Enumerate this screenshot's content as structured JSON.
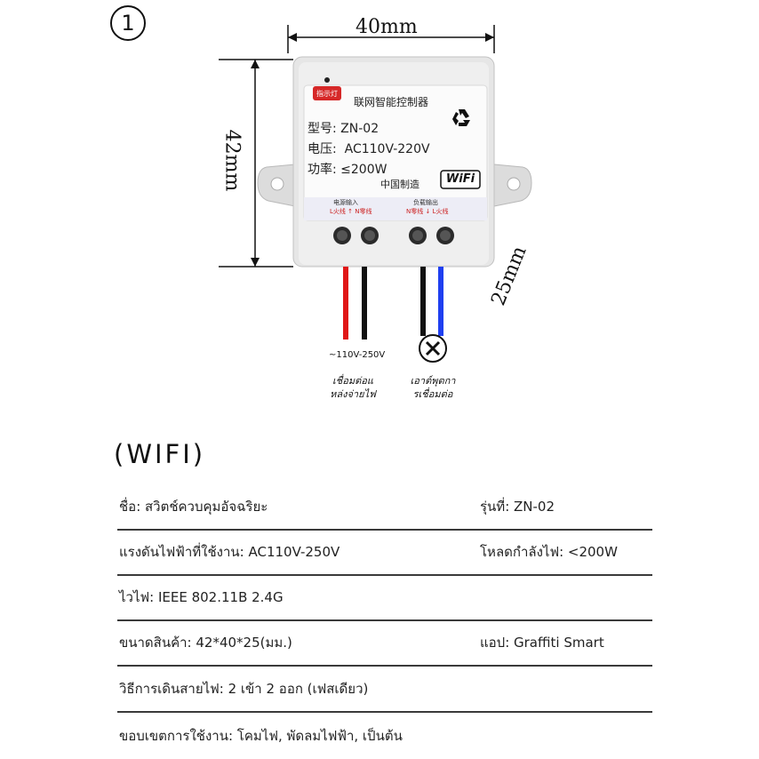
{
  "figure": {
    "number": "1",
    "dim_width": "40mm",
    "dim_height": "42mm",
    "dim_depth": "25mm"
  },
  "device": {
    "indicator_label": "指示灯",
    "title": "联网智能控制器",
    "model": "型号: ZN-02",
    "voltage": "电压:  AC110V-220V",
    "power": "功率: ≤200W",
    "origin": "中国制造",
    "wifi_badge": "WiFi",
    "input_label": "电源输入",
    "input_wires": "L火线 ↑ N零线",
    "output_label": "负载输出",
    "output_wires": "N零线 ↓ L火线"
  },
  "wiring": {
    "voltage_range": "~110V-250V",
    "input_caption": [
      "เชื่อมต่อแ",
      "หล่งจ่ายไฟ"
    ],
    "output_caption": [
      "เอาต์พุตกา",
      "รเชื่อมต่อ"
    ]
  },
  "specs": {
    "heading": "(WIFI)",
    "rows": [
      {
        "left": "ชื่อ: สวิตช์ควบคุมอัจฉริยะ",
        "right": "รุ่นที่: ZN-02"
      },
      {
        "left": "แรงดันไฟฟ้าที่ใช้งาน: AC110V-250V",
        "right": "โหลดกำลังไฟ: <200W"
      },
      {
        "left": "ไวไฟ: IEEE 802.11B 2.4G",
        "right": ""
      },
      {
        "left": "ขนาดสินค้า: 42*40*25(มม.)",
        "right": "แอป: Graffiti Smart"
      },
      {
        "left": "วิธีการเดินสายไฟ: 2 เข้า 2 ออก (เฟสเดียว)",
        "right": ""
      },
      {
        "left": "ขอบเขตการใช้งาน: โคมไฟ, พัดลมไฟฟ้า, เป็นต้น",
        "right": ""
      }
    ]
  }
}
